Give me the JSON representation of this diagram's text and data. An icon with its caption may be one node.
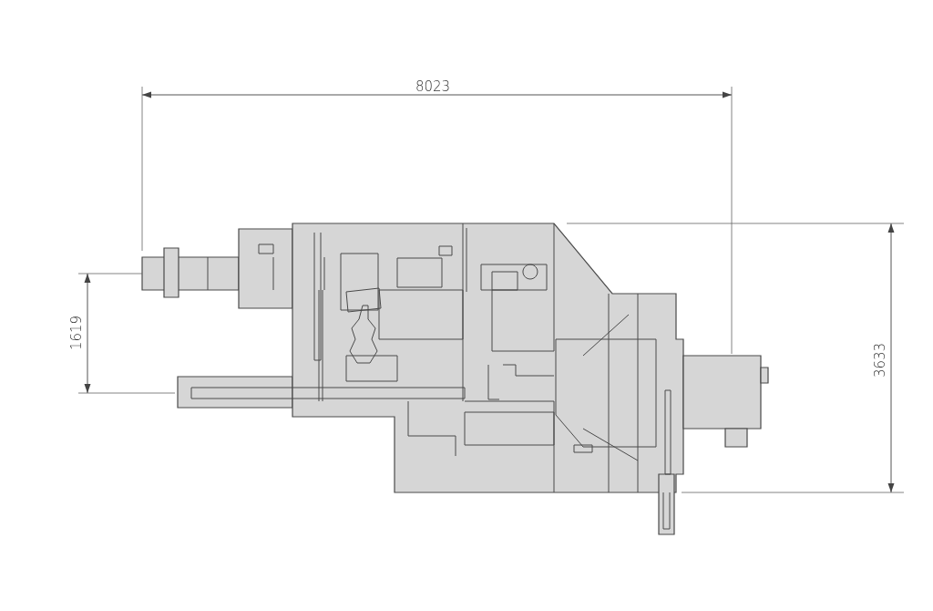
{
  "diagram": {
    "labels": [
      "8023",
      "1619",
      "3633"
    ]
  }
}
